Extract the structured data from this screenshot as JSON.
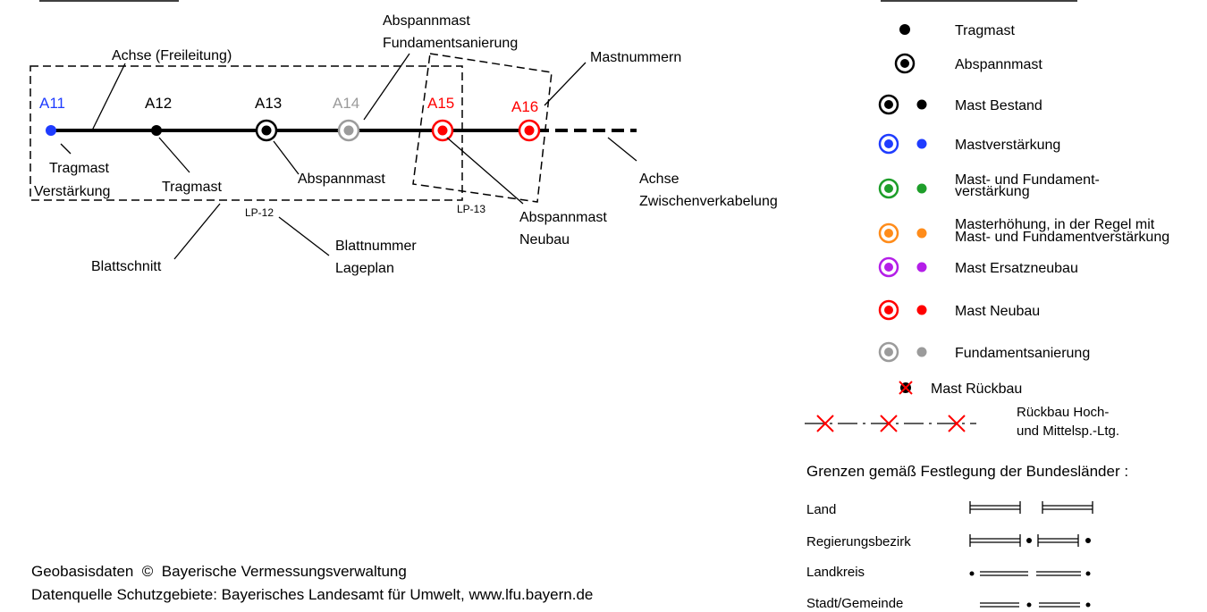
{
  "colors": {
    "black": "#000000",
    "blue": "#1f3cff",
    "green": "#1e9e2a",
    "orange": "#ff8c1a",
    "purple": "#b41ee8",
    "red": "#ff0000",
    "grey": "#9b9b9b"
  },
  "example": {
    "masts": [
      {
        "label": "A11",
        "kind": "tragmast",
        "color": "#1f3cff"
      },
      {
        "label": "A12",
        "kind": "tragmast",
        "color": "#000000"
      },
      {
        "label": "A13",
        "kind": "abspannmast",
        "color": "#000000"
      },
      {
        "label": "A14",
        "kind": "abspannmast",
        "color": "#9b9b9b"
      },
      {
        "label": "A15",
        "kind": "abspannmast",
        "color": "#ff0000"
      },
      {
        "label": "A16",
        "kind": "abspannmast",
        "color": "#ff0000"
      }
    ],
    "callouts": {
      "achse": "Achse (Freileitung)",
      "abspann_fund_1": "Abspannmast",
      "abspann_fund_2": "Fundamentsanierung",
      "mastnummern": "Mastnummern",
      "tragmast_verst_1": "Tragmast",
      "tragmast_verst_2": "Verstärkung",
      "tragmast": "Tragmast",
      "abspannmast": "Abspannmast",
      "abspann_neu_1": "Abspannmast",
      "abspann_neu_2": "Neubau",
      "zwischen_1": "Achse",
      "zwischen_2": "Zwischenverkabelung",
      "blattschnitt": "Blattschnitt",
      "blattnummer_1": "Blattnummer",
      "blattnummer_2": "Lageplan",
      "lp12": "LP-12",
      "lp13": "LP-13"
    }
  },
  "legend": {
    "items": [
      {
        "label": "Tragmast",
        "symbols": "dot",
        "color": "#000000"
      },
      {
        "label": "Abspannmast",
        "symbols": "ring",
        "color": "#000000"
      },
      {
        "label": "Mast Bestand",
        "symbols": "both",
        "color": "#000000"
      },
      {
        "label": "Mastverstärkung",
        "symbols": "both",
        "color": "#1f3cff"
      },
      {
        "label": "Mast- und Fundament-",
        "label2": "verstärkung",
        "symbols": "both",
        "color": "#1e9e2a"
      },
      {
        "label": "Masterhöhung, in der Regel mit",
        "label2": "Mast- und Fundamentverstärkung",
        "symbols": "both",
        "color": "#ff8c1a"
      },
      {
        "label": "Mast Ersatzneubau",
        "symbols": "both",
        "color": "#b41ee8"
      },
      {
        "label": "Mast Neubau",
        "symbols": "both",
        "color": "#ff0000"
      },
      {
        "label": "Fundamentsanierung",
        "symbols": "both",
        "color": "#9b9b9b"
      },
      {
        "label": "Mast Rückbau",
        "symbols": "crossed",
        "color": "#ff0000"
      }
    ],
    "rueckbau_line": {
      "label": "Rückbau Hoch-",
      "label2": "und Mittelsp.-Ltg."
    },
    "boundaries": {
      "heading": "Grenzen gemäß Festlegung der Bundesländer :",
      "rows": [
        {
          "label": "Land",
          "style": "land"
        },
        {
          "label": "Regierungsbezirk",
          "style": "regbez"
        },
        {
          "label": "Landkreis",
          "style": "landkreis"
        },
        {
          "label": "Stadt/Gemeinde",
          "style": "gemeinde"
        }
      ]
    }
  },
  "footer": {
    "line1": "Geobasisdaten  ©  Bayerische Vermessungsverwaltung",
    "line2": "Datenquelle Schutzgebiete: Bayerisches Landesamt für Umwelt, www.lfu.bayern.de"
  }
}
